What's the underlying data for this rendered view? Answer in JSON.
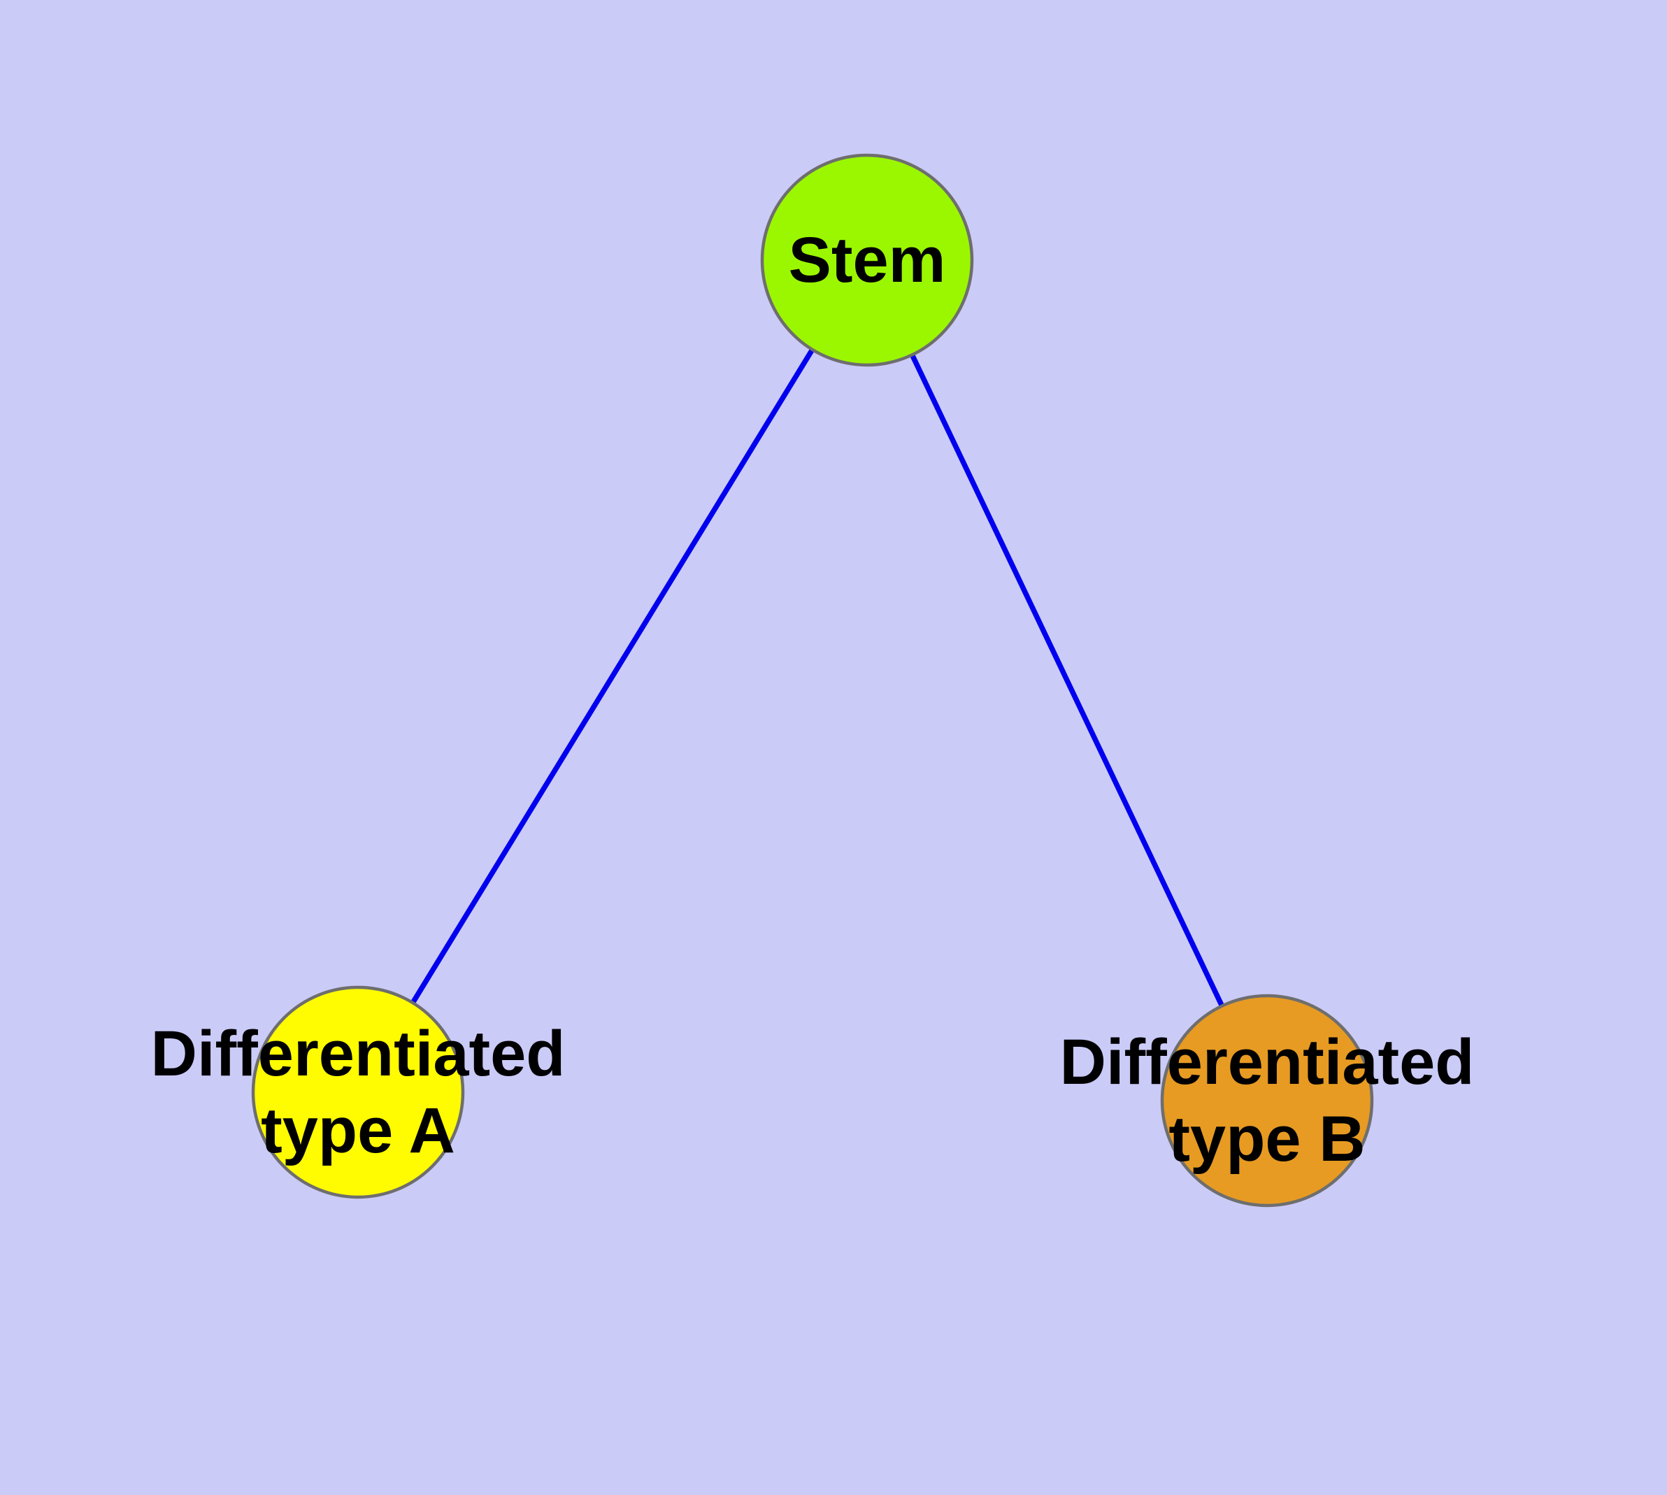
{
  "diagram": {
    "type": "graph",
    "background_color": "#CBCBF8",
    "edge_color": "#0000EE",
    "node_border_color": "#6E6E6E",
    "label_color": "#000000",
    "nodes": [
      {
        "id": "stem",
        "label": "Stem",
        "label_line1": "Stem",
        "label_line2": "",
        "fill": "#9BF700"
      },
      {
        "id": "type_a",
        "label": "Differentiated type A",
        "label_line1": "Differentiated",
        "label_line2": "type A",
        "fill": "#FFFB00"
      },
      {
        "id": "type_b",
        "label": "Differentiated type B",
        "label_line1": "Differentiated",
        "label_line2": "type B",
        "fill": "#E79B22"
      }
    ],
    "edges": [
      {
        "from": "Stem",
        "to": "Differentiated type A"
      },
      {
        "from": "Stem",
        "to": "Differentiated type B"
      }
    ]
  }
}
